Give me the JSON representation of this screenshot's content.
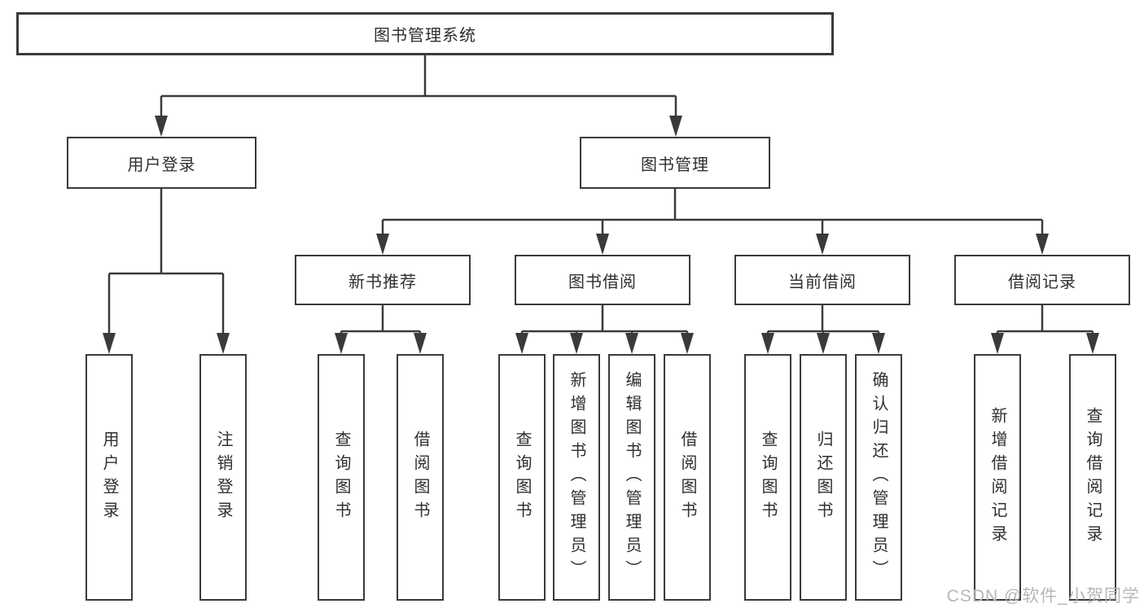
{
  "colors": {
    "line": "#3a3a3a",
    "box_border": "#3a3a3a",
    "box_fill": "#ffffff",
    "text": "#2f2f2f",
    "watermark": "#b7b7b7",
    "background": "#ffffff"
  },
  "tree": {
    "root": {
      "label": "图书管理系统"
    },
    "branches": [
      {
        "label": "用户登录",
        "children": [
          {
            "label": "用户登录"
          },
          {
            "label": "注销登录"
          }
        ]
      },
      {
        "label": "图书管理",
        "children": [
          {
            "label": "新书推荐",
            "children": [
              {
                "label": "查询图书"
              },
              {
                "label": "借阅图书"
              }
            ]
          },
          {
            "label": "图书借阅",
            "children": [
              {
                "label": "查询图书"
              },
              {
                "label": "新增图书（管理员）"
              },
              {
                "label": "编辑图书（管理员）"
              },
              {
                "label": "借阅图书"
              }
            ]
          },
          {
            "label": "当前借阅",
            "children": [
              {
                "label": "查询图书"
              },
              {
                "label": "归还图书"
              },
              {
                "label": "确认归还（管理员）"
              }
            ]
          },
          {
            "label": "借阅记录",
            "children": [
              {
                "label": "新增借阅记录"
              },
              {
                "label": "查询借阅记录"
              }
            ]
          }
        ]
      }
    ]
  },
  "watermark": "CSDN @软件_小贺同学"
}
